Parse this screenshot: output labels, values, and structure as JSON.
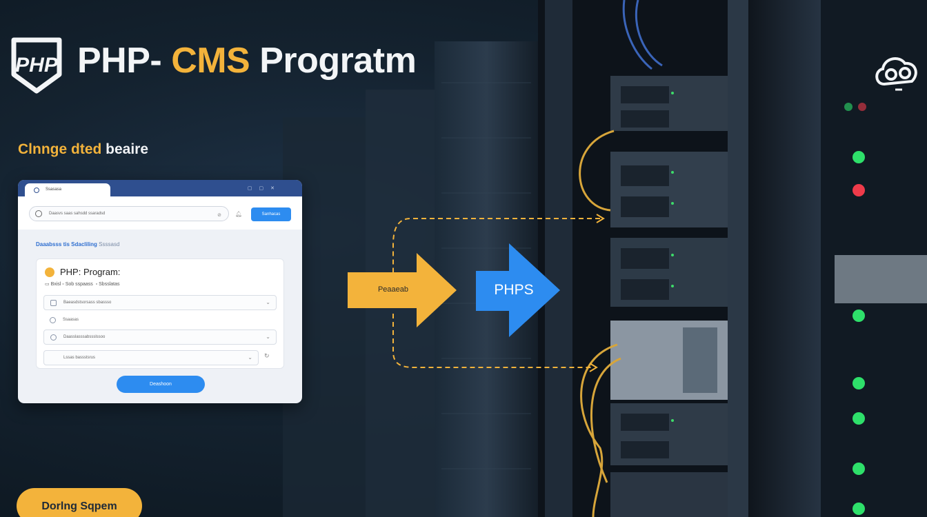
{
  "header": {
    "title_part1": "PHP- ",
    "title_part2": "CMS",
    "title_part3": " Progratm",
    "logo_text": "PHP"
  },
  "subtitle": {
    "part1": "Clnnge dted",
    "part2": " beaire"
  },
  "window": {
    "tab_label": "Ssasasa",
    "address_placeholder": "Daasvs saas sahsdd ssaradsd",
    "go_button": "Sanhacas",
    "breadcrumb_active": "Daaabsss tis Sdacliling",
    "breadcrumb_rest": " Ssssasd",
    "card": {
      "title": "PHP: Program:",
      "meta_1": "Bxisl",
      "meta_2": "Sob sspaass",
      "meta_3": "Sbsslatas",
      "fields": [
        "Baeasdstsorsass sbassso",
        "Ssaasas",
        "Daasslasssabssslssoo",
        "Lssas bassstsrus"
      ]
    },
    "submit_button": "Deashoon"
  },
  "flow": {
    "arrow_left_label": "Peaaeab",
    "arrow_right_label": "PHPS"
  },
  "footer": {
    "pill_label": "Dorlng Sqpem"
  },
  "colors": {
    "accent_yellow": "#f3b33b",
    "accent_blue": "#2d8cf0",
    "window_header": "#2f4f8f",
    "background": "#14222f"
  }
}
